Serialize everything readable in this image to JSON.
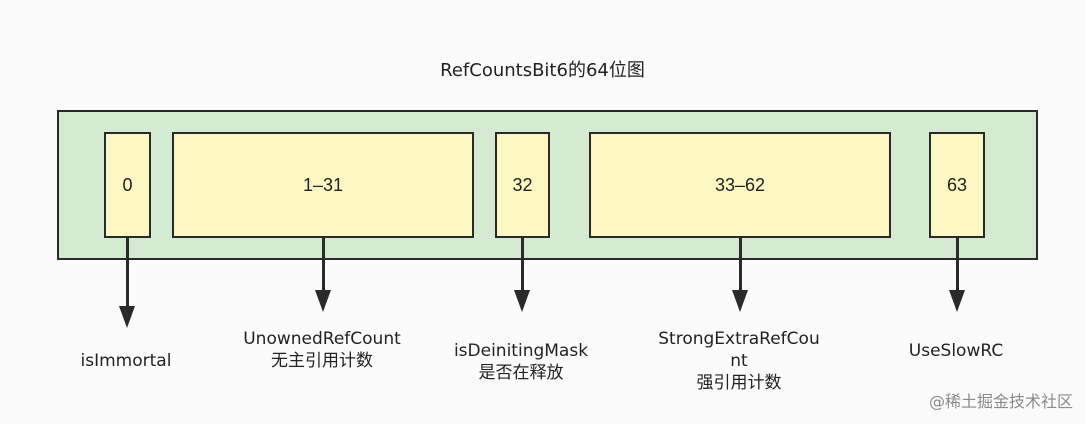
{
  "title": "RefCountsBit6的64位图",
  "bits": [
    {
      "range": "0",
      "label_lines": [
        "isImmortal"
      ]
    },
    {
      "range": "1–31",
      "label_lines": [
        "UnownedRefCount",
        "无主引用计数"
      ]
    },
    {
      "range": "32",
      "label_lines": [
        "isDeinitingMask",
        "是否在释放"
      ]
    },
    {
      "range": "33–62",
      "label_lines": [
        "StrongExtraRefCou",
        "nt",
        "强引用计数"
      ]
    },
    {
      "range": "63",
      "label_lines": [
        "UseSlowRC"
      ]
    }
  ],
  "watermark": "@稀土掘金技术社区",
  "colors": {
    "outer_fill": "#d4ebd1",
    "box_fill": "#fdf8c3",
    "stroke": "#2a2a2a"
  }
}
